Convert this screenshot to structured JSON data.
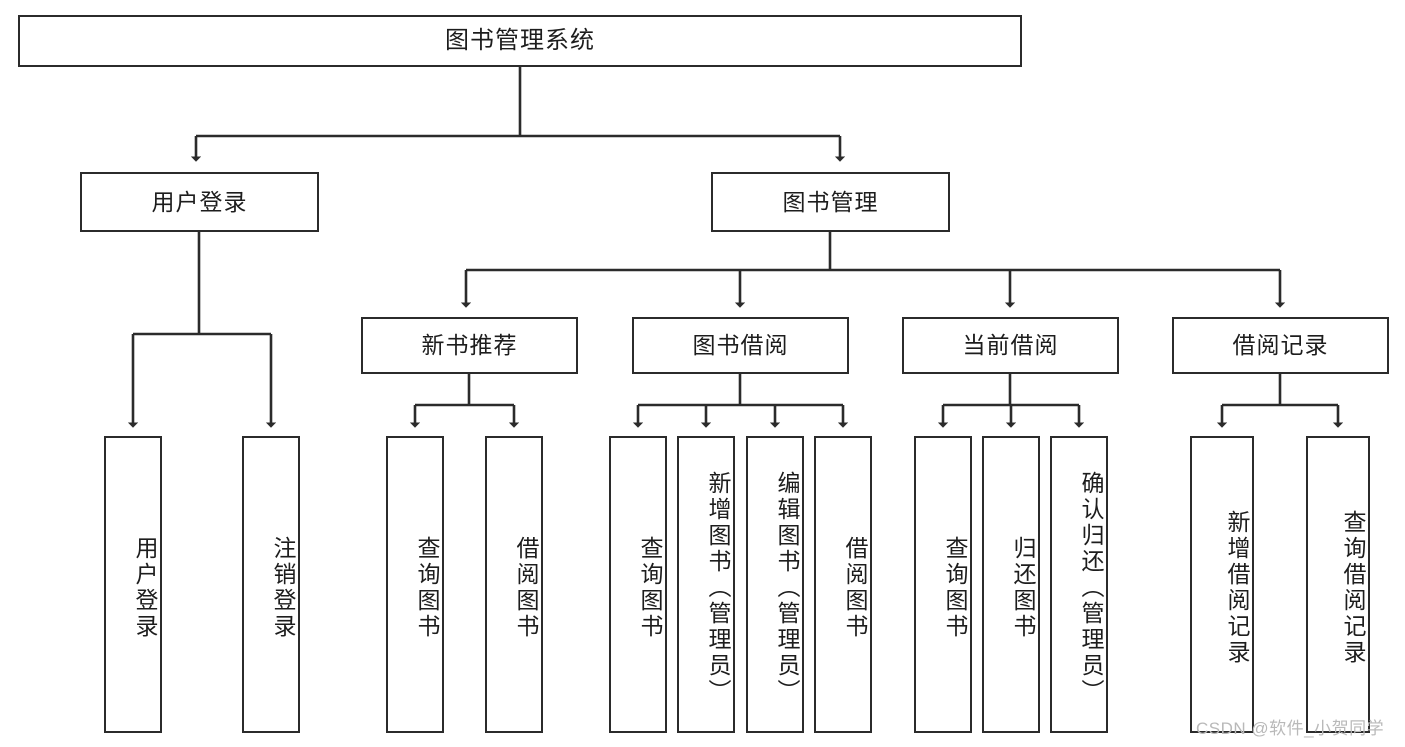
{
  "diagram": {
    "title": "图书管理系统",
    "type": "tree",
    "orientation": "top-down",
    "line_color": "#2b2b2b",
    "box_fill": "#ffffff",
    "text_color": "#1d1d1d"
  },
  "nodes": {
    "root": {
      "label": "图书管理系统",
      "level": 0
    },
    "level1": [
      {
        "id": "user-login",
        "label": "用户登录"
      },
      {
        "id": "book-manage",
        "label": "图书管理"
      }
    ],
    "level2": [
      {
        "id": "new-book-recommend",
        "label": "新书推荐",
        "parent": "book-manage"
      },
      {
        "id": "book-borrow",
        "label": "图书借阅",
        "parent": "book-manage"
      },
      {
        "id": "current-borrow",
        "label": "当前借阅",
        "parent": "book-manage"
      },
      {
        "id": "borrow-record",
        "label": "借阅记录",
        "parent": "book-manage"
      }
    ],
    "leaves": {
      "user-login": [
        {
          "id": "leaf-user-login",
          "label": "用户登录"
        },
        {
          "id": "leaf-user-logout",
          "label": "注销登录"
        }
      ],
      "new-book-recommend": [
        {
          "id": "leaf-query-book-1",
          "label": "查询图书"
        },
        {
          "id": "leaf-borrow-book-1",
          "label": "借阅图书"
        }
      ],
      "book-borrow": [
        {
          "id": "leaf-query-book-2",
          "label": "查询图书"
        },
        {
          "id": "leaf-add-book",
          "label": "新增图书（管理员）"
        },
        {
          "id": "leaf-edit-book",
          "label": "编辑图书（管理员）"
        },
        {
          "id": "leaf-borrow-book-2",
          "label": "借阅图书"
        }
      ],
      "current-borrow": [
        {
          "id": "leaf-query-book-3",
          "label": "查询图书"
        },
        {
          "id": "leaf-return-book",
          "label": "归还图书"
        },
        {
          "id": "leaf-confirm-return",
          "label": "确认归还（管理员）"
        }
      ],
      "borrow-record": [
        {
          "id": "leaf-add-record",
          "label": "新增借阅记录"
        },
        {
          "id": "leaf-query-record",
          "label": "查询借阅记录"
        }
      ]
    }
  },
  "watermark": {
    "text": "CSDN @软件_小贺同学"
  }
}
